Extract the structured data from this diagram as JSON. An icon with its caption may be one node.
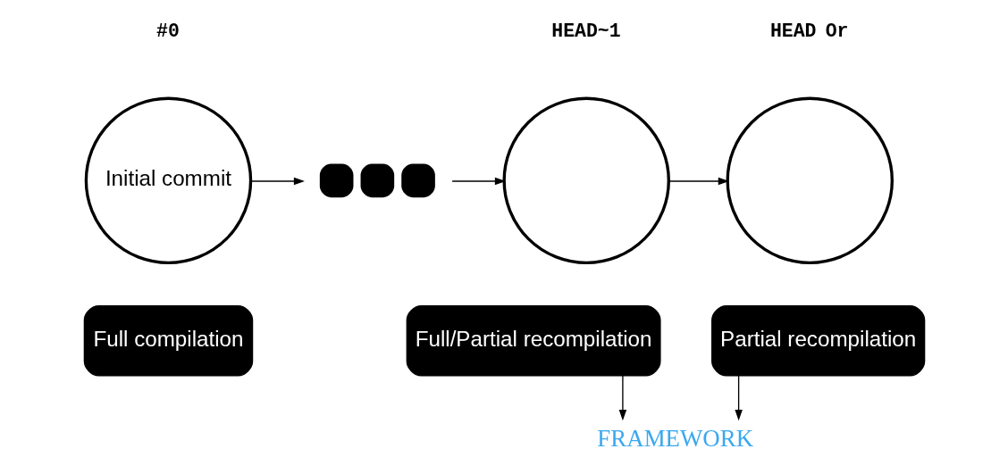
{
  "diagram": {
    "nodes": [
      {
        "text": [
          "Initial commit"
        ],
        "beside": [
          "#0"
        ]
      },
      {
        "text": [],
        "shape": "dots"
      },
      {
        "text": [],
        "shape": "circle",
        "beside": [
          "HEAD~1"
        ]
      },
      {
        "text": [],
        "shape": "circle",
        "beside": [
          "HEAD",
          "Or"
        ]
      },
      {
        "text": [
          "Full compilation"
        ]
      },
      {
        "text": [
          "Full/Partial recompilation"
        ]
      },
      {
        "text": [
          "Partial recompilation"
        ]
      },
      {
        "text": [
          "FRAMEWORK"
        ]
      }
    ],
    "edges": [
      {
        "from": 0,
        "to": 1,
        "arrow": "to"
      },
      {
        "from": 1,
        "to": 2,
        "arrow": "to"
      },
      {
        "from": 2,
        "to": 3,
        "arrow": "to"
      },
      {
        "from": 5,
        "to": 7,
        "arrow": "to"
      },
      {
        "from": 6,
        "to": 7,
        "arrow": "to"
      }
    ]
  }
}
